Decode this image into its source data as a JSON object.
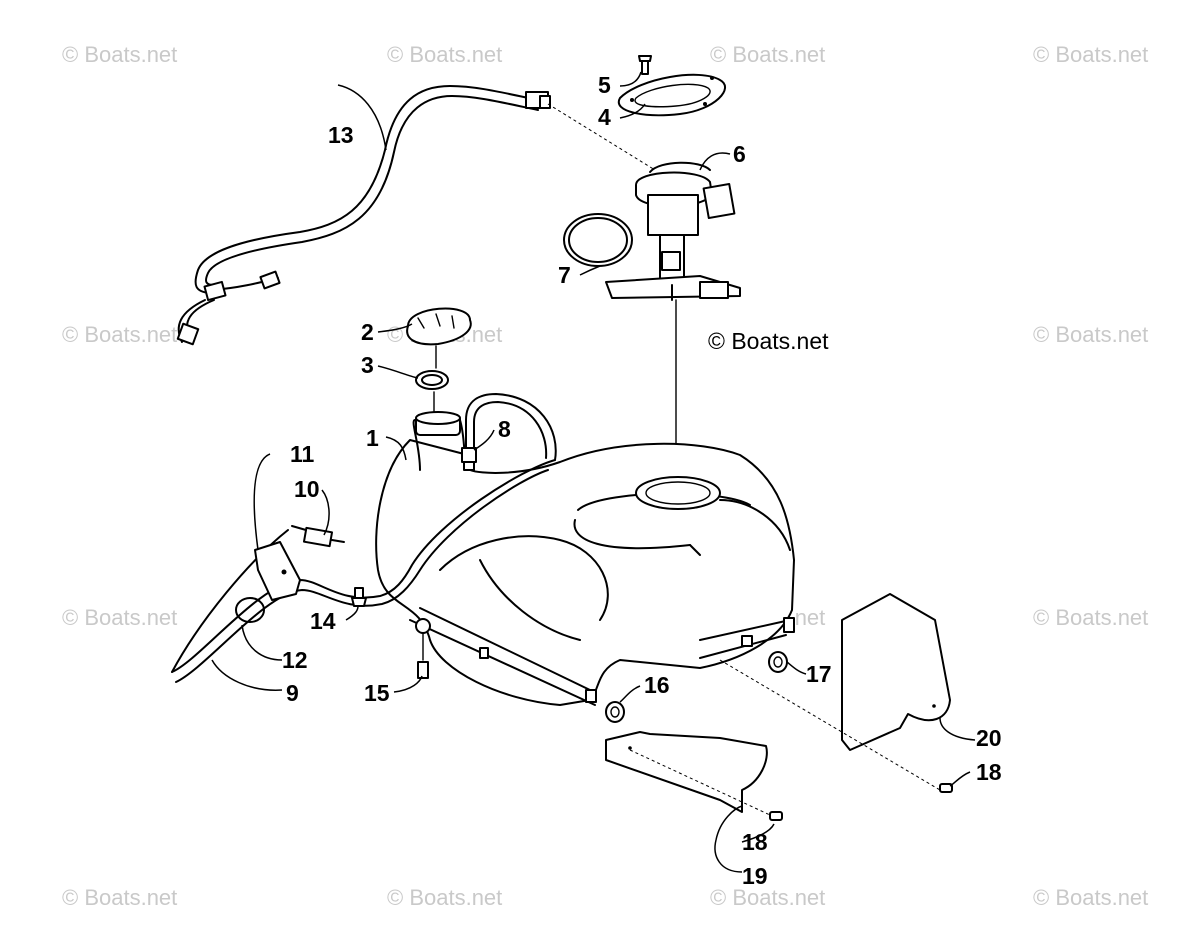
{
  "watermark": "© Boats.net",
  "center_watermark": "© Boats.net",
  "callouts": [
    "1",
    "2",
    "3",
    "4",
    "5",
    "6",
    "7",
    "8",
    "9",
    "10",
    "11",
    "12",
    "13",
    "14",
    "15",
    "16",
    "17",
    "18",
    "18",
    "19",
    "20"
  ]
}
